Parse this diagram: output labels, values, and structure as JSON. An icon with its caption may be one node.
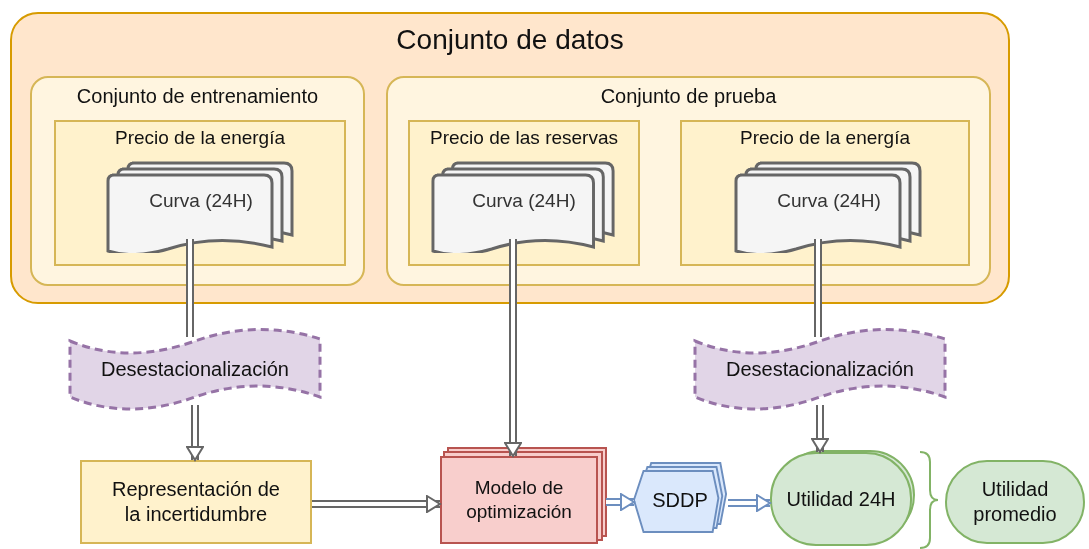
{
  "diagram": {
    "nodes": [
      {
        "text": [
          "Conjunto de datos"
        ]
      },
      {
        "text": [
          "Conjunto de entrenamiento"
        ],
        "in": 0
      },
      {
        "text": [
          "Precio de la energía"
        ],
        "in": 1
      },
      {
        "text": [
          "Curva (24H)"
        ],
        "in": 2
      },
      {
        "text": [
          "Conjunto de prueba"
        ],
        "in": 0
      },
      {
        "text": [
          "Precio de las reservas"
        ],
        "in": 4
      },
      {
        "text": [
          "Curva (24H)"
        ],
        "in": 5
      },
      {
        "text": [
          "Precio de la energía"
        ],
        "in": 4
      },
      {
        "text": [
          "Curva (24H)"
        ],
        "in": 7
      },
      {
        "text": [
          "Desestacionalización"
        ]
      },
      {
        "text": [
          "Desestacionalización"
        ]
      },
      {
        "text": [
          "Representación de la incertidumbre"
        ]
      },
      {
        "text": [
          "Modelo de optimización"
        ]
      },
      {
        "text": [
          "SDDP"
        ]
      },
      {
        "text": [
          "Utilidad 24H"
        ]
      },
      {
        "text": [
          "Utilidad promedio"
        ]
      }
    ],
    "edges": [
      {
        "from": 3,
        "to": 9,
        "arrow": "none"
      },
      {
        "from": 9,
        "to": 11,
        "arrow": "to"
      },
      {
        "from": 6,
        "to": 12,
        "arrow": "to"
      },
      {
        "from": 8,
        "to": 10,
        "arrow": "none"
      },
      {
        "from": 10,
        "to": 14,
        "arrow": "to"
      },
      {
        "from": 11,
        "to": 12,
        "arrow": "to"
      },
      {
        "from": 12,
        "to": 13,
        "arrow": "to",
        "color": "#6c8ebf"
      },
      {
        "from": 13,
        "to": 14,
        "arrow": "to",
        "color": "#6c8ebf"
      }
    ]
  }
}
